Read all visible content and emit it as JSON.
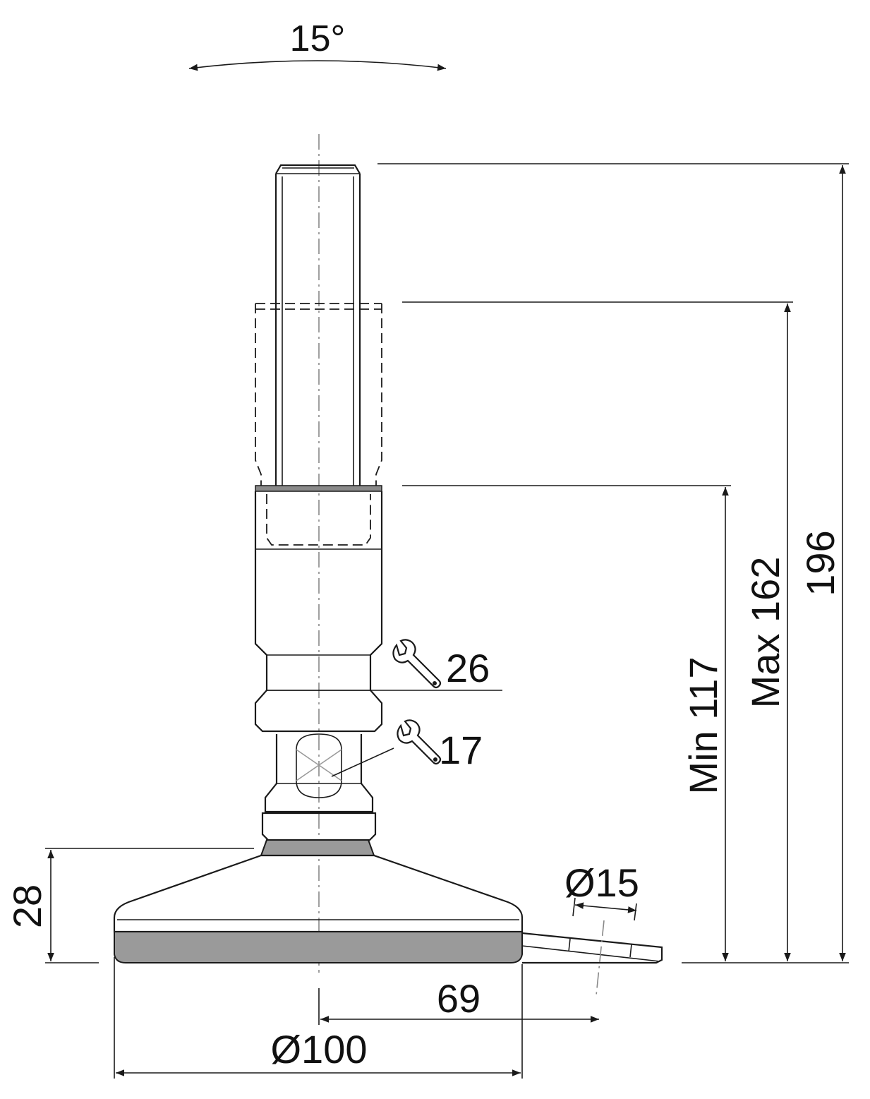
{
  "diagram": {
    "colors": {
      "line": "#1a1a1a",
      "rubber_pad": "#9a9a9a",
      "center_line": "#888888",
      "background": "#ffffff"
    },
    "labels": {
      "tilt_angle": "15°",
      "overall_height": "196",
      "max_height": "Max 162",
      "min_height": "Min 117",
      "wrench_size_large": "26",
      "wrench_size_small": "17",
      "base_height": "28",
      "hole_diameter": "Ø15",
      "hole_offset": "69",
      "base_diameter": "Ø100"
    },
    "icons": [
      "wrench-icon",
      "wrench-icon"
    ]
  }
}
